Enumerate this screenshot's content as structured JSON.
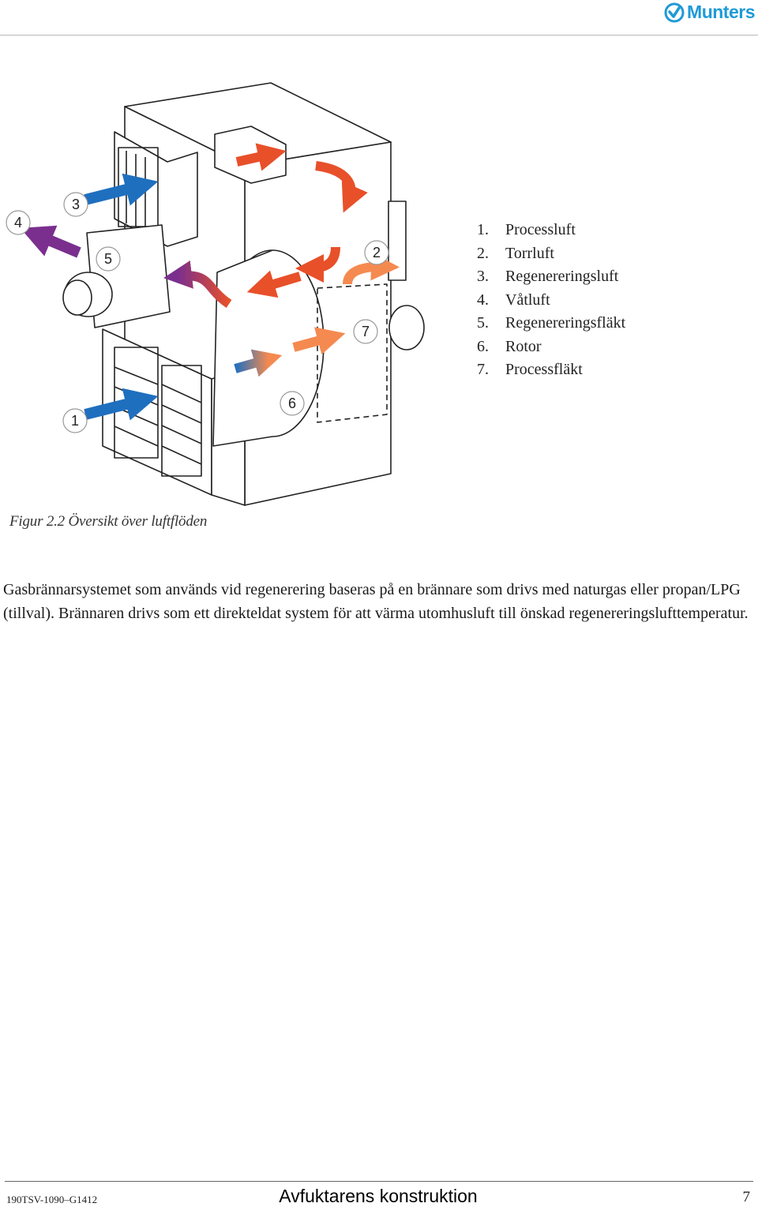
{
  "header": {
    "brand": "Munters",
    "brand_color": "#1f9ad6",
    "logo_icon": "munters-check-logo-icon"
  },
  "figure": {
    "callouts": [
      "1",
      "2",
      "3",
      "4",
      "5",
      "6",
      "7"
    ],
    "arrow_colors": {
      "process_air": "#1f6fbf",
      "dry_air": "#f58a50",
      "regeneration_air": "#1f6fbf",
      "wet_air": "#7a2f8e",
      "heated_air": "#e8502a"
    },
    "legend": [
      {
        "num": "1.",
        "label": "Processluft"
      },
      {
        "num": "2.",
        "label": "Torrluft"
      },
      {
        "num": "3.",
        "label": "Regenereringsluft"
      },
      {
        "num": "4.",
        "label": "Våtluft"
      },
      {
        "num": "5.",
        "label": "Regenereringsfläkt"
      },
      {
        "num": "6.",
        "label": "Rotor"
      },
      {
        "num": "7.",
        "label": "Processfläkt"
      }
    ],
    "caption": "Figur 2.2 Översikt över luftflöden"
  },
  "body": {
    "paragraph": "Gasbrännarsystemet som används vid regenerering baseras på en brännare som drivs med naturgas eller propan/LPG (tillval). Brännaren drivs som ett direkteldat system för att värma utomhusluft till önskad regenereringslufttemperatur."
  },
  "footer": {
    "doc_id": "190TSV-1090–G1412",
    "section_title": "Avfuktarens konstruktion",
    "page_number": "7"
  }
}
